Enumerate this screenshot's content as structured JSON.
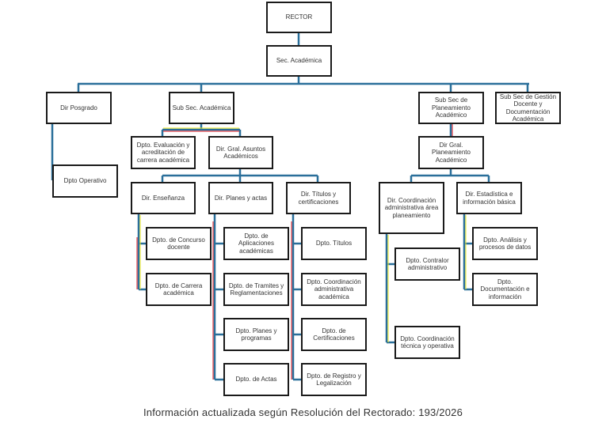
{
  "colors": {
    "connector": "#2a6f9a",
    "accent_red": "#e0141e",
    "accent_yellow": "#f2ee1c",
    "border": "#1a1a1a"
  },
  "nodes": {
    "rector": "RECTOR",
    "sec_academica": "Sec. Académica",
    "dir_posgrado": "Dir Posgrado",
    "dpto_operativo": "Dpto Operativo",
    "sub_sec_academica": "Sub Sec. Académica",
    "dpto_evaluacion": "Dpto. Evaluación y acreditación de carrera académica",
    "dir_gral_asuntos": "Dir. Gral. Asuntos Académicos",
    "dir_ensenanza": "Dir. Enseñanza",
    "dir_planes": "Dir. Planes y actas",
    "dir_titulos": "Dir. Títulos y certificaciones",
    "dpto_concurso": "Dpto. de Concurso docente",
    "dpto_carrera": "Dpto. de Carrera académica",
    "dpto_aplicaciones": "Dpto. de Aplicaciones académicas",
    "dpto_tramites": "Dpto. de Tramites y Reglamentaciones",
    "dpto_planes": "Dpto. Planes y programas",
    "dpto_actas": "Dpto. de Actas",
    "dpto_titulos": "Dpto. Títulos",
    "dpto_coord_admin_acad": "Dpto. Coordinación administrativa académica",
    "dpto_certificaciones": "Dpto. de Certificaciones",
    "dpto_registro": "Dpto. de Registro y Legalización",
    "sub_sec_planeamiento": "Sub Sec de Planeamiento Académico",
    "sub_sec_gestion": "Sub Sec de Gestión Docente y Documentación Académica",
    "dir_gral_planeamiento": "Dir Gral. Planeamiento Académico",
    "dir_coord_admin": "Dir. Coordinación administrativa área planeamiento",
    "dir_estadistica": "Dir. Estadística e información básica",
    "dpto_contralor": "Dpto. Contralor administrativo",
    "dpto_coord_tecnica": "Dpto. Coordinación técnica y operativa",
    "dpto_analisis": "Dpto. Análisis y procesos de datos",
    "dpto_documentacion": "Dpto. Documentación e información"
  },
  "footer": "Información actualizada según Resolución del Rectorado: 193/2026"
}
